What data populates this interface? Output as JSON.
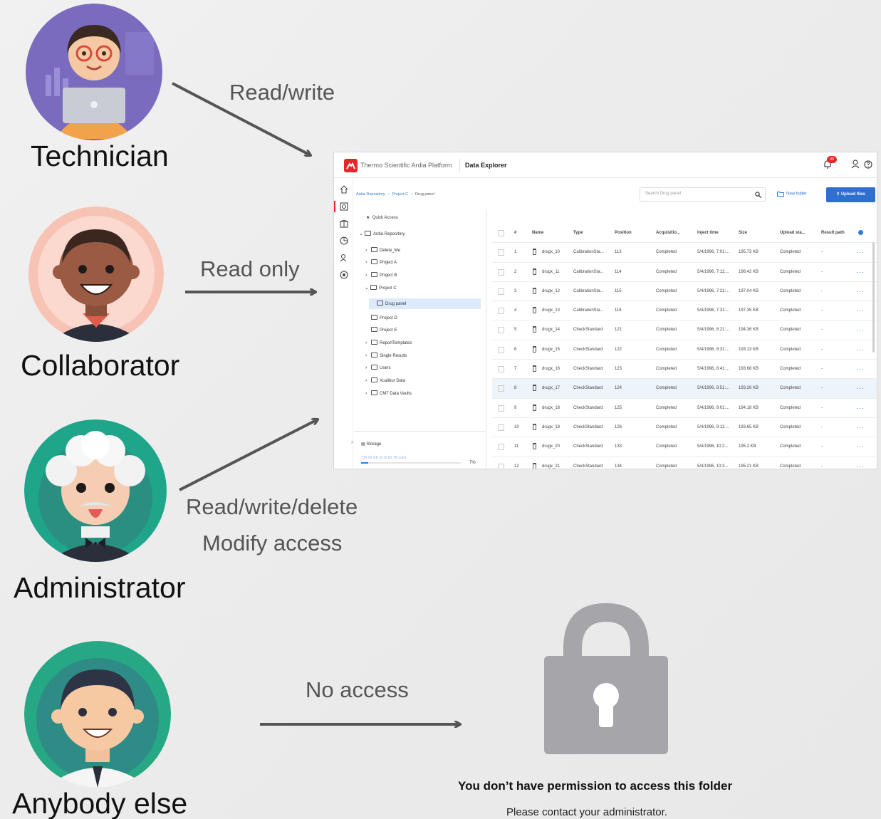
{
  "roles": {
    "technician": {
      "label": "Technician",
      "permission": "Read/write"
    },
    "collaborator": {
      "label": "Collaborator",
      "permission": "Read only"
    },
    "administrator": {
      "label": "Administrator",
      "permission_line1": "Read/write/delete",
      "permission_line2": "Modify access"
    },
    "anybody_else": {
      "label": "Anybody else",
      "permission": "No access"
    }
  },
  "app": {
    "name": "Thermo Scientific Ardia Platform",
    "section": "Data Explorer",
    "notification_count": "99",
    "breadcrumb": [
      "Ardia Repository",
      "Project C",
      "Drug panel"
    ],
    "search_placeholder": "Search  Drug panel",
    "new_folder_label": "New folder",
    "upload_label": "Upload files",
    "tree": {
      "quick_access": "Quick Access",
      "root": "Ardia Repository",
      "items": [
        "Delete_Me",
        "Project A",
        "Project B",
        "Project C",
        "Drug panel",
        "Project D",
        "Project E",
        "ReportTemplates",
        "Single Results",
        "Users",
        "Xcalibur Data",
        "CM7 Data Vaults"
      ]
    },
    "storage": {
      "label": "Storage",
      "used": "729.09 GB of 10.83 TB used",
      "percent": "7%",
      "fraction": 0.07
    },
    "columns": [
      "#",
      "Name",
      "Type",
      "Position",
      "Acquisitio...",
      "Inject time",
      "Size",
      "Upload sta...",
      "Result path"
    ],
    "rows": [
      [
        "1",
        "drugx_10",
        "CalibrationSta...",
        "113",
        "Completed",
        "5/4/1996, 7:01:...",
        "195.73 KB",
        "Completed",
        "-"
      ],
      [
        "2",
        "drugx_11",
        "CalibrationSta...",
        "114",
        "Completed",
        "5/4/1996, 7:11:...",
        "196.42 KB",
        "Completed",
        "-"
      ],
      [
        "3",
        "drugx_12",
        "CalibrationSta...",
        "115",
        "Completed",
        "5/4/1996, 7:21:...",
        "197.04 KB",
        "Completed",
        "-"
      ],
      [
        "4",
        "drugx_13",
        "CalibrationSta...",
        "116",
        "Completed",
        "5/4/1996, 7:31:...",
        "197.35 KB",
        "Completed",
        "-"
      ],
      [
        "5",
        "drugx_14",
        "CheckStandard",
        "121",
        "Completed",
        "5/4/1996, 8:21:...",
        "194.36 KB",
        "Completed",
        "-"
      ],
      [
        "6",
        "drugx_15",
        "CheckStandard",
        "122",
        "Completed",
        "5/4/1996, 8:31:...",
        "193.13 KB",
        "Completed",
        "-"
      ],
      [
        "7",
        "drugx_16",
        "CheckStandard",
        "123",
        "Completed",
        "5/4/1996, 8:41:...",
        "193.68 KB",
        "Completed",
        "-"
      ],
      [
        "8",
        "drugx_17",
        "CheckStandard",
        "124",
        "Completed",
        "5/4/1996, 8:51:...",
        "193.26 KB",
        "Completed",
        "-"
      ],
      [
        "9",
        "drugx_18",
        "CheckStandard",
        "125",
        "Completed",
        "5/4/1996, 9:01:...",
        "194.18 KB",
        "Completed",
        "-"
      ],
      [
        "10",
        "drugx_19",
        "CheckStandard",
        "126",
        "Completed",
        "5/4/1996, 9:11:...",
        "193.65 KB",
        "Completed",
        "-"
      ],
      [
        "11",
        "drugx_20",
        "CheckStandard",
        "133",
        "Completed",
        "5/4/1996, 10:2...",
        "195.2 KB",
        "Completed",
        "-"
      ],
      [
        "12",
        "drugx_21",
        "CheckStandard",
        "134",
        "Completed",
        "5/4/1996, 10:3...",
        "195.21 KB",
        "Completed",
        "-"
      ]
    ]
  },
  "access_denied": {
    "title": "You don’t have permission to access this folder",
    "subtitle": "Please contact your administrator."
  },
  "colors": {
    "accent_red": "#e8262a",
    "accent_blue": "#2f6fd0",
    "arrow": "#555555",
    "lock": "#a5a5aa"
  },
  "icons": [
    "home-icon",
    "data-explorer-icon",
    "package-icon",
    "chart-icon",
    "user-icon",
    "bell-icon",
    "help-icon",
    "search-icon",
    "folder-icon",
    "lock-icon"
  ]
}
